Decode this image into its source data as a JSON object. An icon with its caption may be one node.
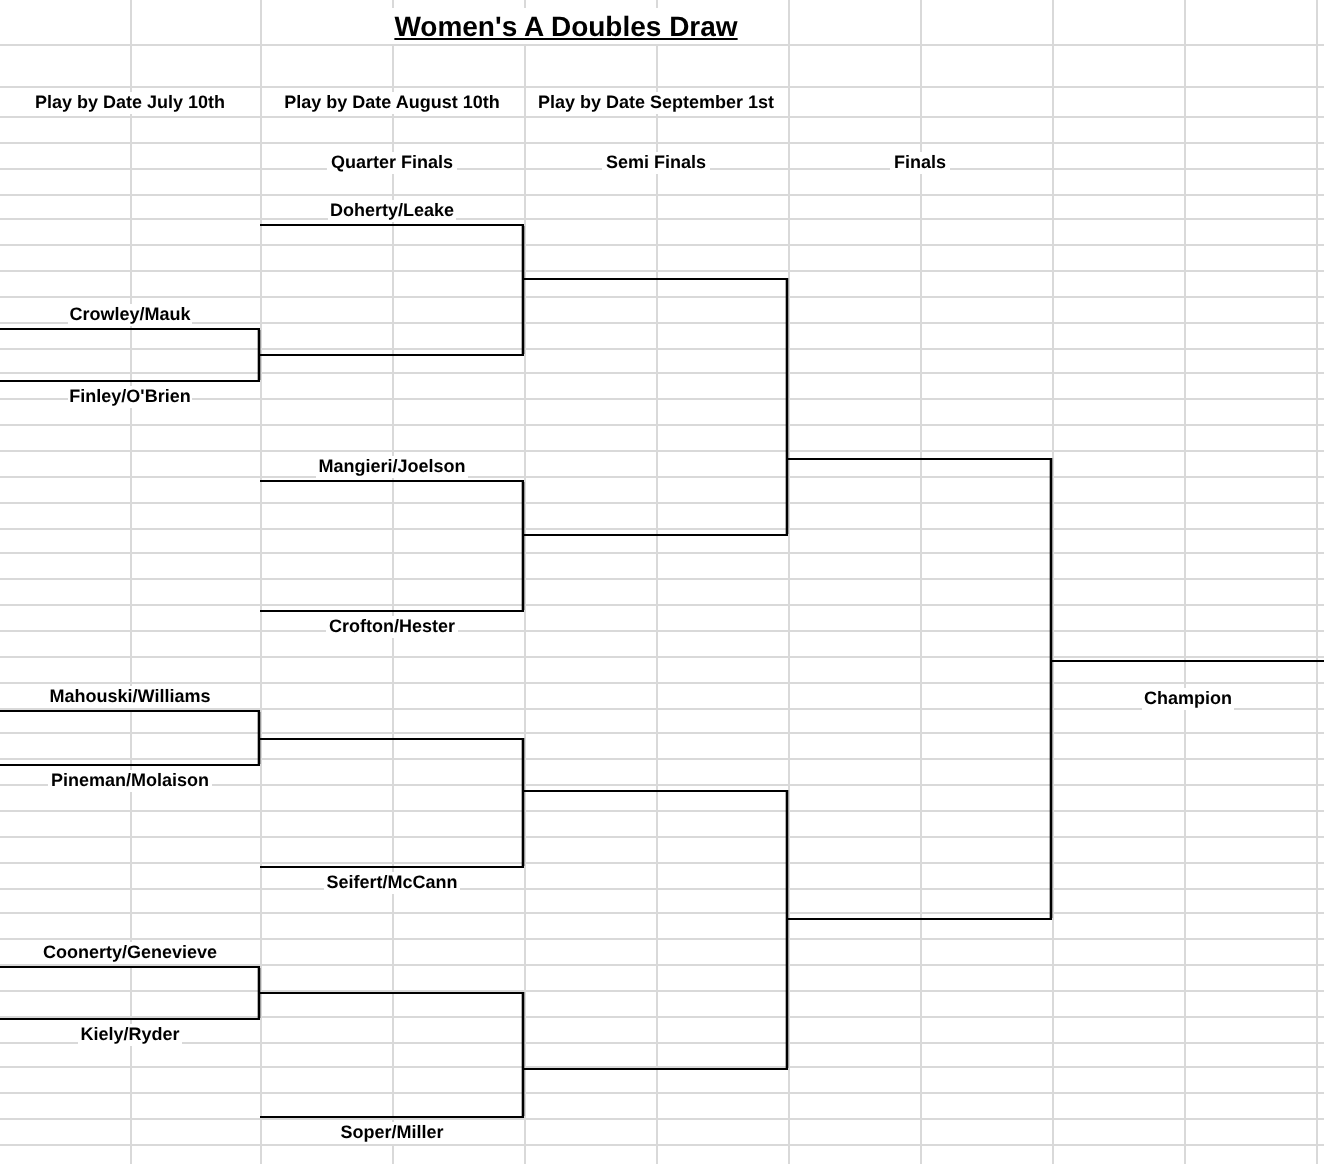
{
  "diagram": {
    "title": "Women's A Doubles Draw",
    "nodes": [
      {
        "text": [
          "Doherty/Leake"
        ]
      },
      {
        "text": [
          "Crowley/Mauk"
        ]
      },
      {
        "text": [
          "Finley/O'Brien"
        ]
      },
      {
        "text": [],
        "shape": "line"
      },
      {
        "text": [],
        "shape": "line"
      },
      {
        "text": [
          "Mangieri/Joelson"
        ]
      },
      {
        "text": [
          "Crofton/Hester"
        ]
      },
      {
        "text": [],
        "shape": "line"
      },
      {
        "text": [],
        "shape": "line"
      },
      {
        "text": [
          "Mahouski/Williams"
        ]
      },
      {
        "text": [
          "Pineman/Molaison"
        ]
      },
      {
        "text": [],
        "shape": "line"
      },
      {
        "text": [
          "Seifert/McCann"
        ]
      },
      {
        "text": [],
        "shape": "line"
      },
      {
        "text": [
          "Coonerty/Genevieve"
        ]
      },
      {
        "text": [
          "Kiely/Ryder"
        ]
      },
      {
        "text": [],
        "shape": "line"
      },
      {
        "text": [
          "Soper/Miller"
        ]
      },
      {
        "text": [],
        "shape": "line"
      },
      {
        "text": [],
        "shape": "line"
      },
      {
        "text": [
          "Champion"
        ]
      }
    ],
    "edges": [
      {
        "from": 1,
        "to": 3,
        "arrow": "none"
      },
      {
        "from": 2,
        "to": 3,
        "arrow": "none"
      },
      {
        "from": 0,
        "to": 4,
        "arrow": "none"
      },
      {
        "from": 3,
        "to": 4,
        "arrow": "none"
      },
      {
        "from": 5,
        "to": 7,
        "arrow": "none"
      },
      {
        "from": 6,
        "to": 7,
        "arrow": "none"
      },
      {
        "from": 4,
        "to": 8,
        "arrow": "none"
      },
      {
        "from": 7,
        "to": 8,
        "arrow": "none"
      },
      {
        "from": 9,
        "to": 11,
        "arrow": "none"
      },
      {
        "from": 10,
        "to": 11,
        "arrow": "none"
      },
      {
        "from": 11,
        "to": 13,
        "arrow": "none"
      },
      {
        "from": 12,
        "to": 13,
        "arrow": "none"
      },
      {
        "from": 14,
        "to": 16,
        "arrow": "none"
      },
      {
        "from": 15,
        "to": 16,
        "arrow": "none"
      },
      {
        "from": 16,
        "to": 18,
        "arrow": "none"
      },
      {
        "from": 17,
        "to": 18,
        "arrow": "none"
      },
      {
        "from": 13,
        "to": 19,
        "arrow": "none"
      },
      {
        "from": 18,
        "to": 19,
        "arrow": "none"
      },
      {
        "from": 8,
        "to": 20,
        "arrow": "none"
      },
      {
        "from": 19,
        "to": 20,
        "arrow": "none"
      }
    ],
    "labels": [
      "Play by Date July 10th",
      "Play by Date August 10th",
      "Play by Date September 1st",
      "Quarter Finals",
      "Semi Finals",
      "Finals"
    ]
  }
}
